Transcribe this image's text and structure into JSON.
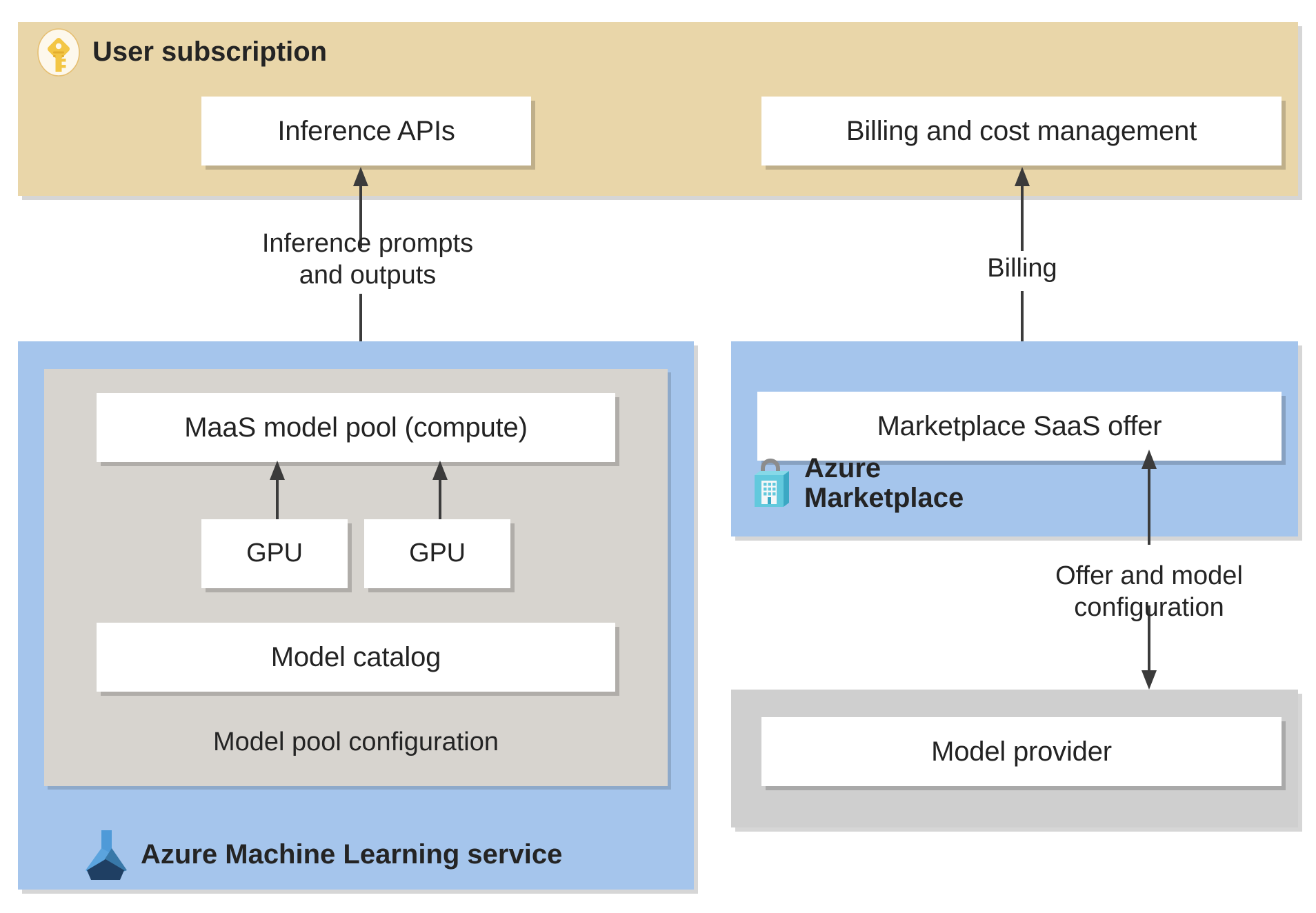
{
  "diagram": {
    "title": "Models as a Service (MaaS) deployment architecture",
    "colors": {
      "subscription_band": "#e9d6a9",
      "service_container": "#a5c5ec",
      "inner_panel": "#d7d4cf",
      "provider_panel": "#cfcfcf",
      "node_fill": "#ffffff",
      "text": "#242424",
      "connector": "#3b3b3b",
      "key_gold": "#f5c344",
      "marketplace_cyan": "#55c6de",
      "aml_blue": "#4f9ad8",
      "aml_navy": "#1f3f63"
    }
  },
  "subscription": {
    "label": "User subscription",
    "icon": "key-icon",
    "nodes": {
      "inference_apis": "Inference APIs",
      "billing_cost_management": "Billing and cost management"
    }
  },
  "aml": {
    "label": "Azure Machine Learning service",
    "icon": "azure-machine-learning-icon",
    "panel_label": "Model pool configuration",
    "nodes": {
      "model_pool": "MaaS model pool (compute)",
      "gpu_1": "GPU",
      "gpu_2": "GPU",
      "model_catalog": "Model catalog"
    }
  },
  "marketplace": {
    "label": "Azure\nMarketplace",
    "label_line_1": "Azure",
    "label_line_2": "Marketplace",
    "icon": "azure-marketplace-icon",
    "nodes": {
      "saas_offer": "Marketplace SaaS offer"
    }
  },
  "provider": {
    "nodes": {
      "model_provider": "Model provider"
    }
  },
  "edges": [
    {
      "id": "inference-flow",
      "label": "Inference prompts\nand outputs",
      "from": "MaaS model pool (compute)",
      "to": "Inference APIs",
      "direction": "bidirectional"
    },
    {
      "id": "billing-flow",
      "label": "Billing",
      "from": "Marketplace SaaS offer",
      "to": "Billing and cost management",
      "direction": "bidirectional"
    },
    {
      "id": "offer-config-flow",
      "label": "Offer and model\nconfiguration",
      "from": "Model provider",
      "to": "Marketplace SaaS offer",
      "direction": "bidirectional"
    },
    {
      "id": "gpu-1-to-pool",
      "label": "",
      "from": "GPU",
      "to": "MaaS model pool (compute)",
      "direction": "up"
    },
    {
      "id": "gpu-2-to-pool",
      "label": "",
      "from": "GPU",
      "to": "MaaS model pool (compute)",
      "direction": "up"
    }
  ]
}
